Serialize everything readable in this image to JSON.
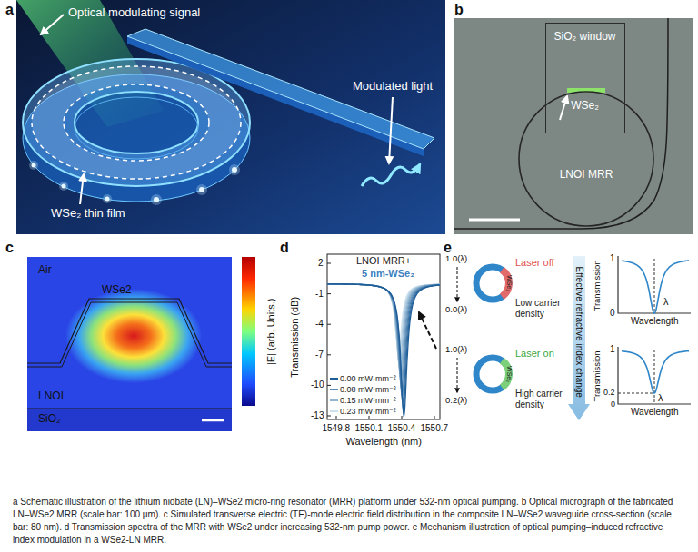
{
  "diagram": {
    "caption": "a Schematic illustration of the lithium niobate (LN)–WSe2 micro-ring resonator (MRR) platform under 532-nm optical pumping. b Optical micrograph of the fabricated LN–WSe2 MRR (scale bar: 100 μm). c Simulated transverse electric (TE)-mode electric field distribution in the composite LN–WSe2 waveguide cross-section (scale bar: 80 nm). d Transmission spectra of the MRR with WSe2 under increasing 532-nm pump power. e Mechanism illustration of optical pumping–induced refractive index modulation in a WSe2-LN MRR.",
    "nodes": [
      {
        "text": [
          "SiO₂ window",
          "WSe₂"
        ]
      },
      {
        "text": [
          "LNOI MRR"
        ]
      }
    ],
    "labels": [
      "a",
      "Optical modulating signal",
      "Modulated light",
      "WSe₂ thin film",
      "b",
      "c",
      "Air",
      "WSe2",
      "LNOI",
      "SiO₂",
      "|E| (arb. Units.)",
      "d",
      "Transmission (dB)",
      "2",
      "-1",
      "-4",
      "-7",
      "-10",
      "-13",
      "1549.8",
      "1550.1",
      "1550.4",
      "1550.7",
      "Wavelength (nm)",
      "LNOI MRR+",
      "5 nm-WSe₂",
      "e",
      "1.0(λ)",
      "0.0(λ)",
      "Laser off",
      "WSe₂",
      "Low carrier density",
      "1.0(λ)",
      "0.2(λ)",
      "Laser on",
      "WSe₂",
      "High carrier density",
      "Effective refractive index change",
      "Transmission",
      "1",
      "0",
      "Wavelength",
      "λ",
      "Transmission",
      "1",
      "0.2",
      "0",
      "Wavelength",
      "λ"
    ],
    "legend": [
      {
        "text": "0.00 mW·mm⁻²"
      },
      {
        "text": "0.08 mW·mm⁻²"
      },
      {
        "text": "0.15 mW·mm⁻²"
      },
      {
        "text": "0.23 mW·mm⁻²"
      }
    ]
  }
}
